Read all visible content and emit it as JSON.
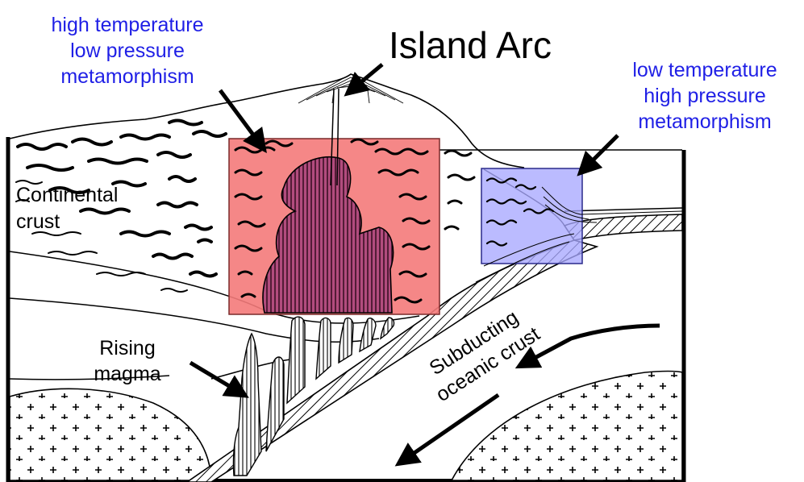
{
  "labels": {
    "hightemp_line1": "high temperature",
    "hightemp_line2": "low pressure",
    "hightemp_line3": "metamorphism",
    "island_arc": "Island Arc",
    "lowtemp_line1": "low temperature",
    "lowtemp_line2": "high pressure",
    "lowtemp_line3": "metamorphism",
    "continental_line1": "Continental",
    "continental_line2": "crust",
    "rising_line1": "Rising",
    "rising_line2": "magma",
    "subducting_line1": "Subducting",
    "subducting_line2": "oceanic crust"
  },
  "colors": {
    "high_temp_zone": "#f47a7a",
    "low_temp_zone": "#a8a8ff",
    "label_blue": "#1f1fe6",
    "ink": "#000000"
  }
}
